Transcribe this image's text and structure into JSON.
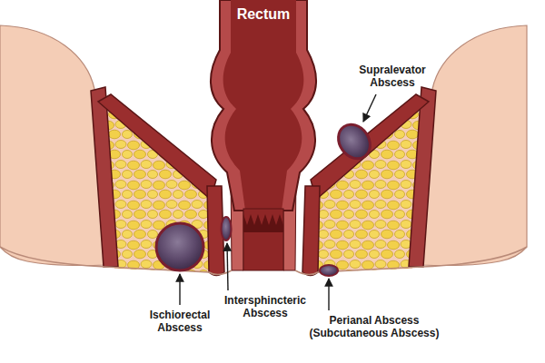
{
  "diagram": {
    "labels": [
      "Rectum",
      "Supralevator Abscess",
      "Ischiorectal Abscess",
      "Intersphincteric Abscess",
      "Perianal Abscess (Subcutaneous Abscess)"
    ]
  }
}
